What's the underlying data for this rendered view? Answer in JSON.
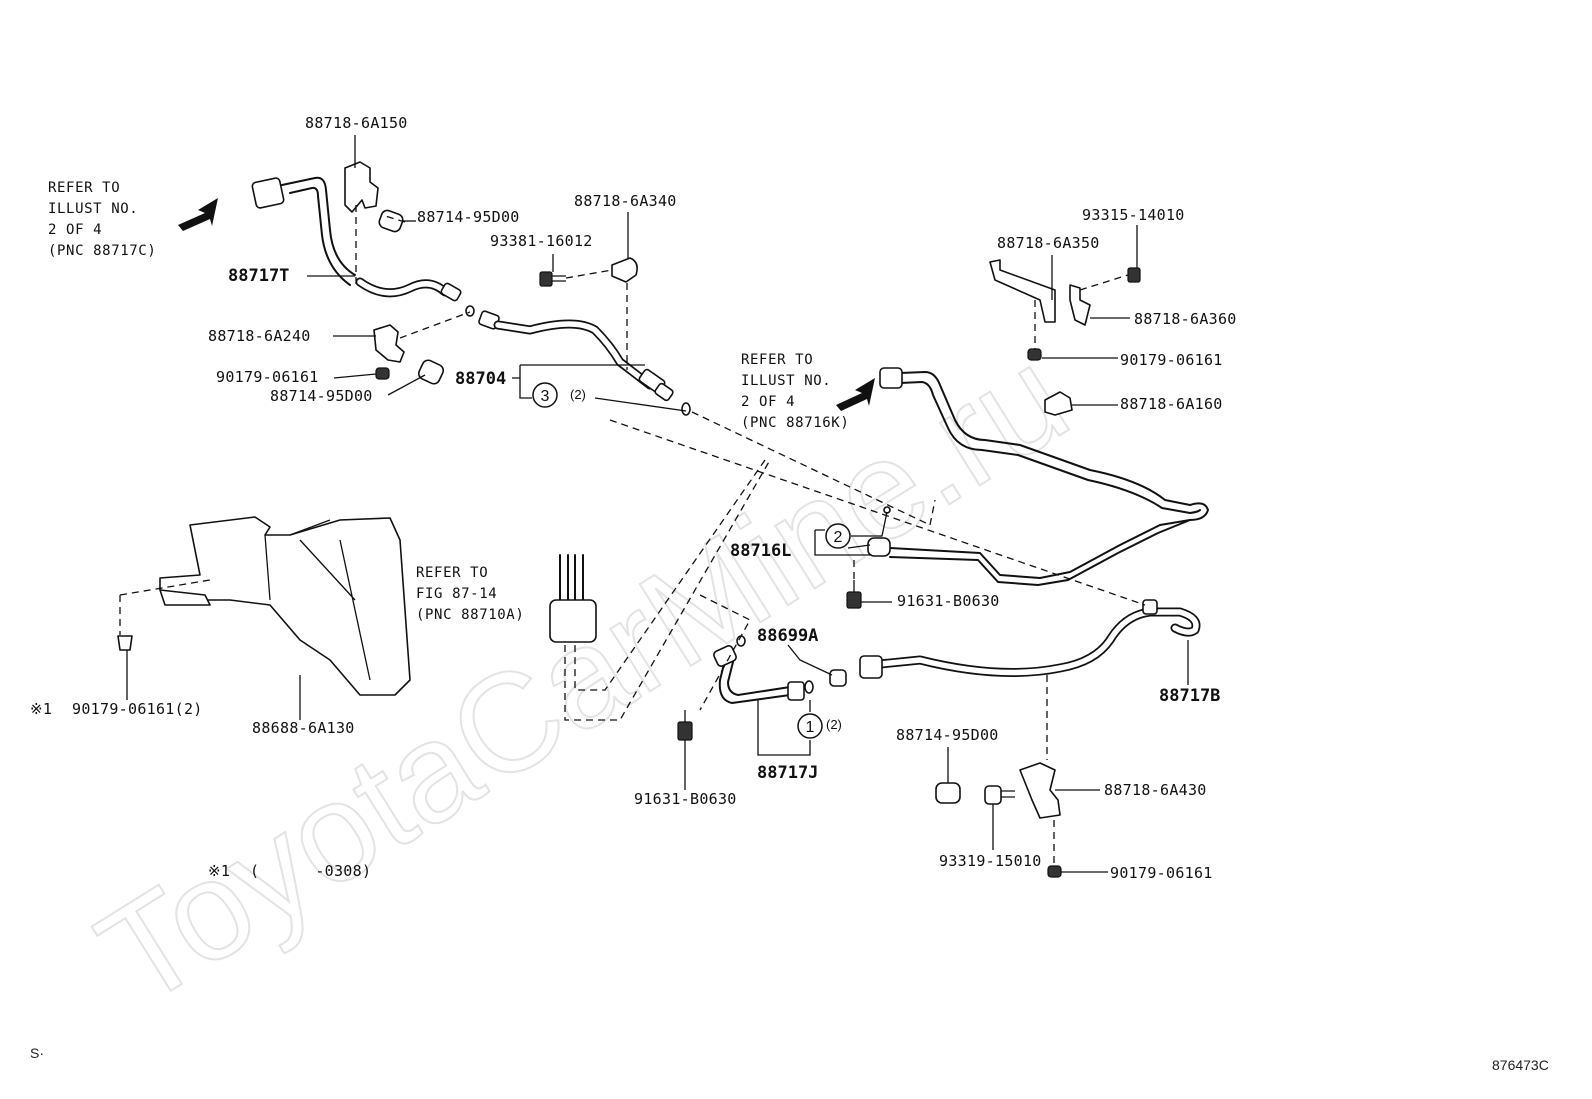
{
  "watermark": "ToyotaCarMine.ru",
  "footer_left": "S·",
  "footer_right": "876473C",
  "refer_notes": {
    "top_left": [
      "REFER TO",
      "ILLUST NO.",
      "2 OF 4",
      "(PNC 88717C)"
    ],
    "middle": [
      "REFER TO",
      "ILLUST NO.",
      "2 OF 4",
      "(PNC 88716K)"
    ],
    "fig": [
      "REFER TO",
      "FIG 87-14",
      "(PNC 88710A)"
    ]
  },
  "footnote": {
    "mark": "※1",
    "text": "(      -0308)"
  },
  "part_labels": {
    "p88718_6A150": "88718-6A150",
    "p88714_95D00_a": "88714-95D00",
    "p88717T": "88717T",
    "p88718_6A340": "88718-6A340",
    "p93381_16012": "93381-16012",
    "p88718_6A240": "88718-6A240",
    "p90179_06161_a": "90179-06161",
    "p88714_95D00_b": "88714-95D00",
    "p88704": "88704",
    "p93315_14010": "93315-14010",
    "p88718_6A350": "88718-6A350",
    "p88718_6A360": "88718-6A360",
    "p90179_06161_b": "90179-06161",
    "p88718_6A160": "88718-6A160",
    "p88716L": "88716L",
    "p91631_B0630_a": "91631-B0630",
    "p88699A": "88699A",
    "p88717B": "88717B",
    "p90179_06161_c": "90179-06161(2)",
    "p88688_6A130": "88688-6A130",
    "p88717J": "88717J",
    "p91631_B0630_b": "91631-B0630",
    "p88714_95D00_c": "88714-95D00",
    "p88718_6A430": "88718-6A430",
    "p93319_15010": "93319-15010",
    "p90179_06161_d": "90179-06161"
  },
  "footnote_marker_left": "※1",
  "callouts": {
    "c3": {
      "num": "3",
      "qty": "(2)"
    },
    "c2": {
      "num": "2"
    },
    "c1": {
      "num": "1",
      "qty": "(2)"
    }
  }
}
